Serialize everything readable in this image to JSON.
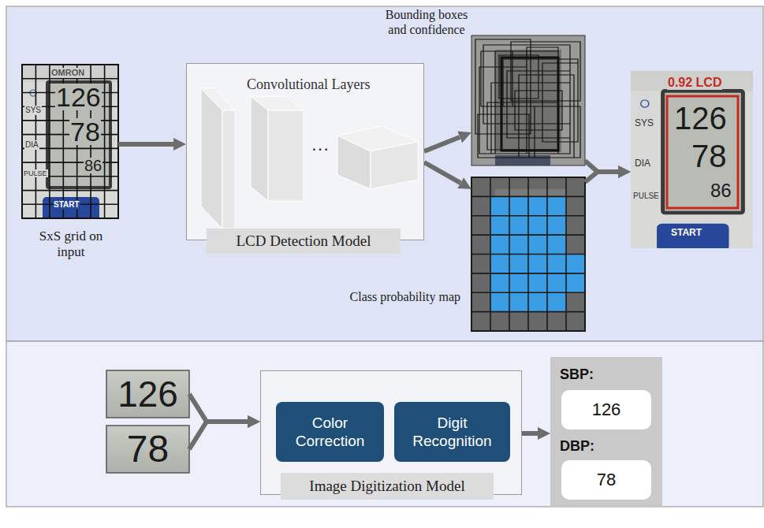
{
  "diagram": {
    "nodes": [
      {
        "text": [
          "OMRON",
          "SYS",
          "DIA",
          "PULSE",
          "126",
          "78",
          "86",
          "START"
        ]
      },
      {
        "text": [
          "Convolutional Layers",
          "…",
          "LCD Detection Model"
        ]
      },
      {
        "text": [
          "Bounding boxes and confidence"
        ]
      },
      {
        "text": [
          "Class probability map"
        ]
      },
      {
        "text": [
          "0.92 LCD",
          "SYS",
          "DIA",
          "PULSE",
          "126",
          "78",
          "86",
          "START"
        ]
      },
      {
        "text": [
          "126"
        ]
      },
      {
        "text": [
          "78"
        ]
      },
      {
        "text": [
          "Image Digitization Model"
        ]
      },
      {
        "text": [
          "Color Correction"
        ],
        "in": 7
      },
      {
        "text": [
          "Digit Recognition"
        ],
        "in": 7
      },
      {
        "text": [
          "SBP:",
          "DBP:"
        ]
      },
      {
        "text": [
          "126"
        ],
        "in": 10
      },
      {
        "text": [
          "78"
        ],
        "in": 10
      }
    ],
    "edges": [
      {
        "from": 0,
        "to": 1,
        "arrow": "to"
      },
      {
        "from": 1,
        "to": 2,
        "arrow": "to"
      },
      {
        "from": 1,
        "to": 3,
        "arrow": "to"
      },
      {
        "from": 2,
        "to": 4,
        "arrow": "to"
      },
      {
        "from": 3,
        "to": 4,
        "arrow": "to"
      },
      {
        "from": 5,
        "to": 7,
        "arrow": "to"
      },
      {
        "from": 6,
        "to": 7,
        "arrow": "to"
      },
      {
        "from": 7,
        "to": 10,
        "arrow": "to"
      }
    ],
    "labels": [
      "SxS grid on input"
    ]
  }
}
